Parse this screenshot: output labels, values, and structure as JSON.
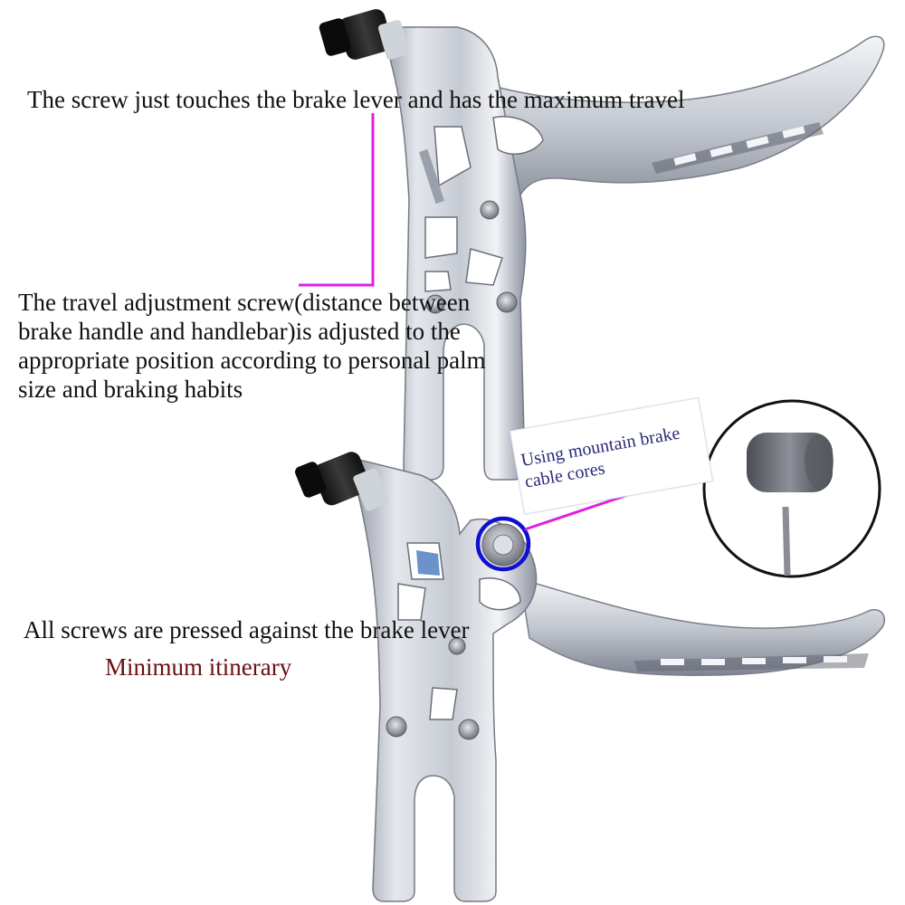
{
  "captions": {
    "top": "The screw just touches the brake lever and has the maximum travel",
    "middle": "The travel adjustment screw(distance between brake handle and handlebar)is adjusted to the appropriate position according to personal palm size and braking habits",
    "bottom": "All screws are pressed against the brake lever",
    "minimum": "Minimum itinerary",
    "cable_callout": "Using mountain brake cable cores"
  },
  "colors": {
    "caption_text": "#111111",
    "minimum_text": "#6b0f12",
    "callout_text": "#2a2a7a",
    "pointer_line": "#e020e0",
    "highlight_ring": "#1010d0",
    "metal_light": "#eef0f4",
    "metal_mid": "#c4c8d0",
    "metal_dark": "#7d8290",
    "knob_black": "#1a1a1a"
  }
}
